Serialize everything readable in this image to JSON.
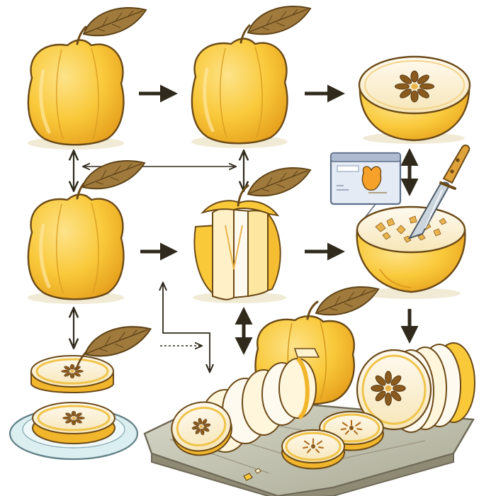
{
  "diagram": {
    "steps": [
      {
        "id": "whole-quince-1",
        "label": ""
      },
      {
        "id": "whole-quince-2",
        "label": ""
      },
      {
        "id": "halved-quince-seeds",
        "label": ""
      },
      {
        "id": "whole-quince-3",
        "label": ""
      },
      {
        "id": "segmented-quince",
        "label": ""
      },
      {
        "id": "cored-quince-knife",
        "label": ""
      },
      {
        "id": "slices-on-plate",
        "label": ""
      },
      {
        "id": "slices-on-board",
        "label": ""
      }
    ]
  },
  "colors": {
    "fruit": "#f9c93a",
    "fruit_light": "#fcdf7a",
    "fruit_shadow": "#e7a51f",
    "outline": "#6b4a18",
    "flesh": "#fff6dc",
    "seed": "#8a5a1e",
    "leaf": "#a07a3c",
    "leaf_dark": "#5e4318",
    "arrow": "#2f2a1c",
    "board": "#c7c7b6",
    "board_dark": "#6f6a58",
    "plate": "#dbeef0",
    "screen": "#e4ebf5",
    "screen_frame": "#5f6f8a",
    "knife_blade": "#cbd5de",
    "knife_handle": "#e0a33a"
  },
  "icons": [
    "leaf-icon",
    "arrow-right-icon",
    "double-arrow-icon",
    "knife-icon",
    "monitor-icon"
  ]
}
